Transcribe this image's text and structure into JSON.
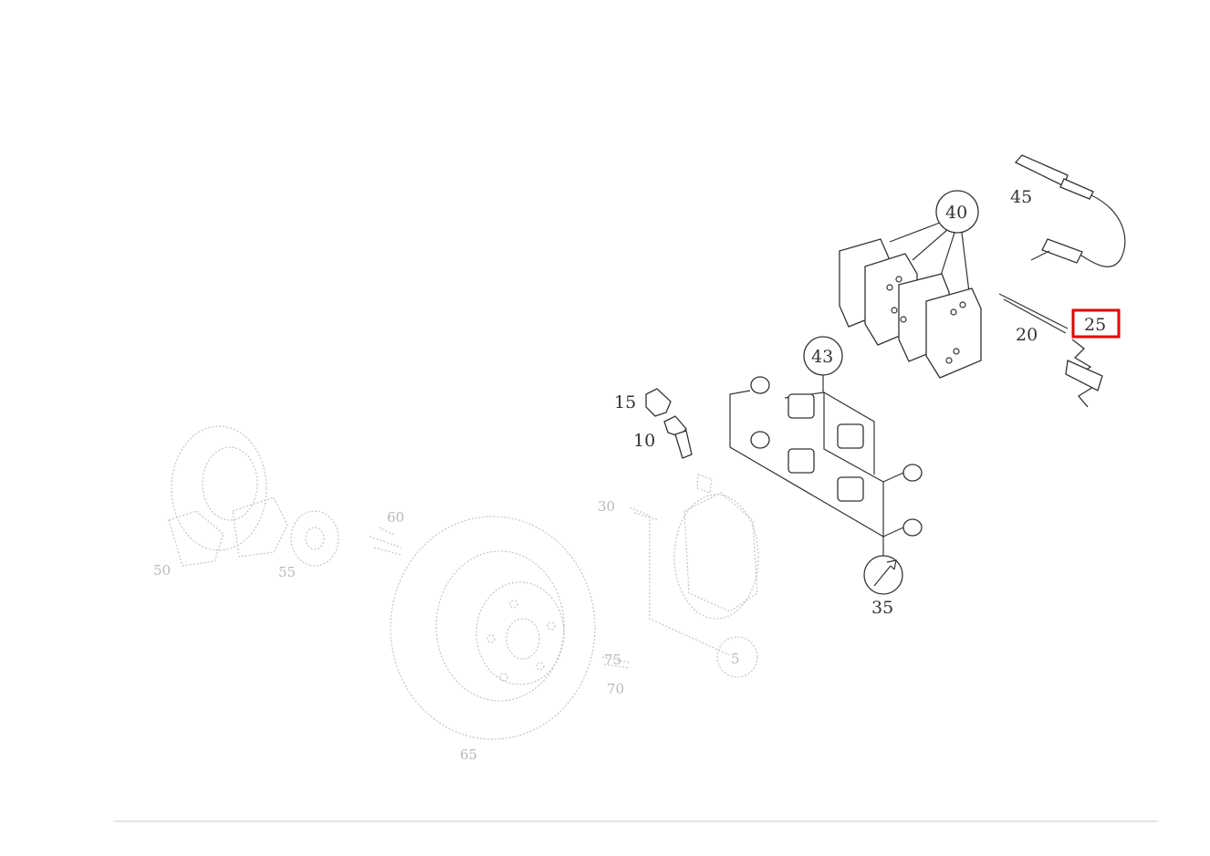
{
  "highlight_color": "#e00000",
  "callouts": {
    "c45": "45",
    "c40": "40",
    "c20": "20",
    "c25": "25",
    "c43": "43",
    "c15": "15",
    "c10": "10",
    "c35": "35",
    "f50": "50",
    "f55": "55",
    "f60": "60",
    "f30": "30",
    "f5": "5",
    "f65": "65",
    "f70": "70",
    "f75": "75"
  },
  "highlighted_part": "25",
  "icons": {
    "tool": "wrench-icon"
  }
}
